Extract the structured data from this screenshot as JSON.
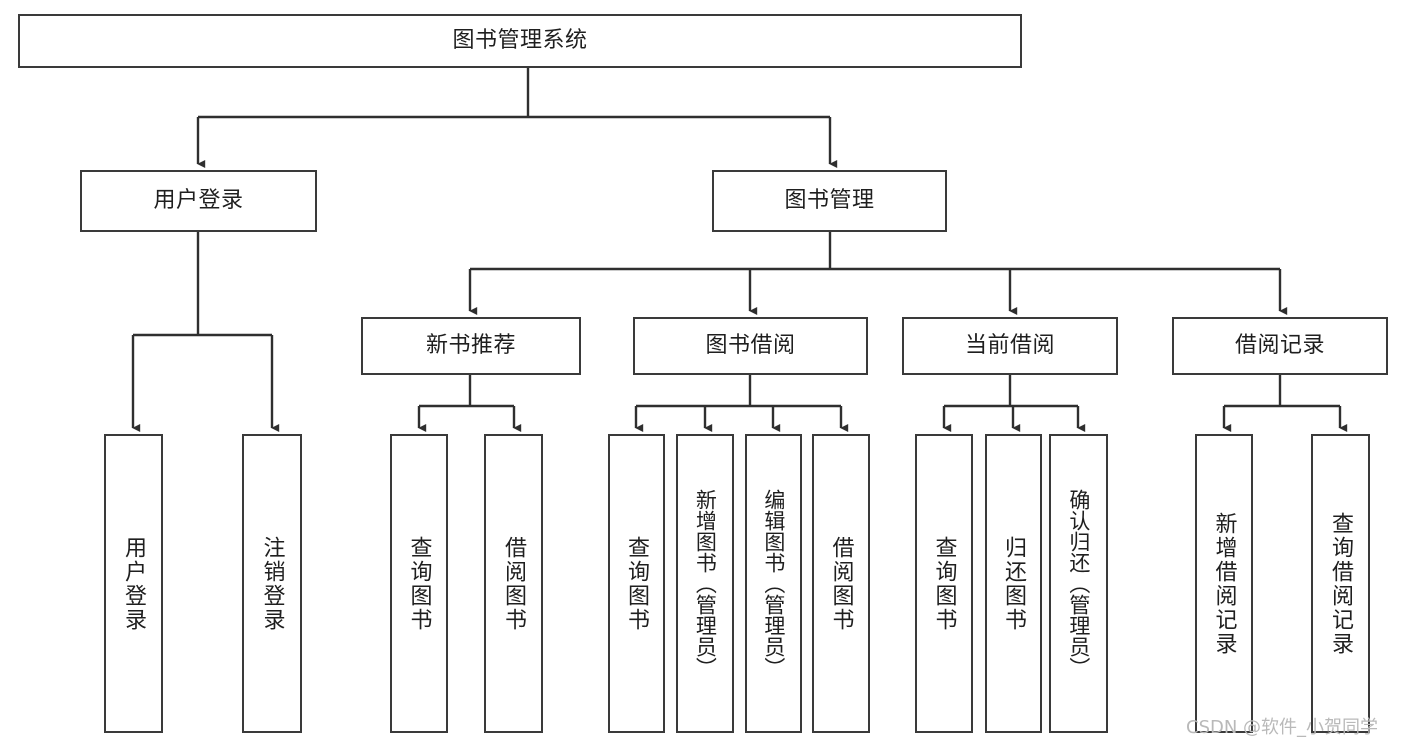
{
  "diagram": {
    "type": "tree",
    "title": "图书管理系统",
    "orientation": "top-down",
    "colors": {
      "box_border": "#3a3a3a",
      "box_fill": "#ffffff",
      "edge": "#2f2f2f",
      "text": "#1f1f1f",
      "watermark": "#b9b9b9",
      "background": "#ffffff"
    },
    "root": {
      "label": "图书管理系统"
    },
    "level2": [
      {
        "label": "用户登录"
      },
      {
        "label": "图书管理"
      }
    ],
    "level3": [
      {
        "label": "新书推荐"
      },
      {
        "label": "图书借阅"
      },
      {
        "label": "当前借阅"
      },
      {
        "label": "借阅记录"
      }
    ],
    "leaves": {
      "user_login": [
        {
          "label": "用户登录"
        },
        {
          "label": "注销登录"
        }
      ],
      "new_book_recommend": [
        {
          "label": "查询图书"
        },
        {
          "label": "借阅图书"
        }
      ],
      "book_borrow": [
        {
          "label": "查询图书"
        },
        {
          "label": "新增图书（管理员）"
        },
        {
          "label": "编辑图书（管理员）"
        },
        {
          "label": "借阅图书"
        }
      ],
      "current_borrow": [
        {
          "label": "查询图书"
        },
        {
          "label": "归还图书"
        },
        {
          "label": "确认归还（管理员）"
        }
      ],
      "borrow_record": [
        {
          "label": "新增借阅记录"
        },
        {
          "label": "查询借阅记录"
        }
      ]
    }
  },
  "watermark": {
    "text": "CSDN @软件_小贺同学"
  }
}
